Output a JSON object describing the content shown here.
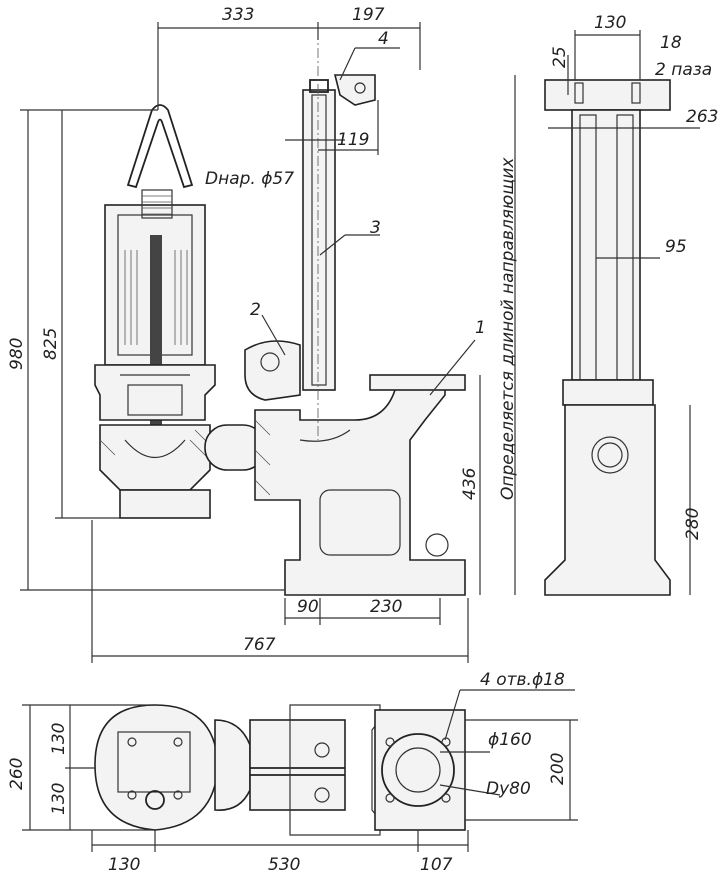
{
  "dimensions": {
    "d333": "333",
    "d197": "197",
    "d119": "119",
    "d130_top": "130",
    "d18": "18",
    "d25": "25",
    "d263": "263",
    "d95": "95",
    "d980": "980",
    "d825": "825",
    "d436": "436",
    "d280": "280",
    "d90": "90",
    "d230": "230",
    "d767": "767",
    "d260": "260",
    "d130_a": "130",
    "d130_b": "130",
    "d130_bottom": "130",
    "d530": "530",
    "d107": "107",
    "d200": "200"
  },
  "callouts": {
    "c1": "1",
    "c2": "2",
    "c3": "3",
    "c4": "4",
    "slots": "2 паза",
    "outer_dia": "Dнар. ϕ57",
    "holes": "4 отв.ϕ18",
    "dia160": "ϕ160",
    "dn80": "Dy80",
    "guide_note": "Определяется длиной направляющих"
  }
}
